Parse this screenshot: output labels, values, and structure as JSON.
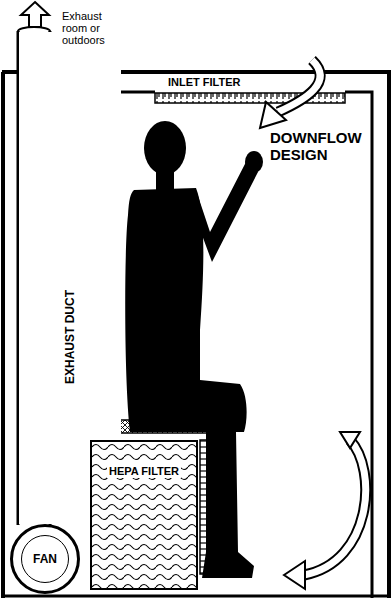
{
  "diagram": {
    "nodes": [
      {
        "text": [
          "EXHAUST DUCT"
        ]
      },
      {
        "text": [
          "FAN"
        ]
      },
      {
        "text": [
          "HEPA FILTER"
        ]
      }
    ],
    "labels": [
      "Exhaust room or outdoors",
      "INLET FILTER",
      "DOWNFLOW DESIGN"
    ]
  }
}
